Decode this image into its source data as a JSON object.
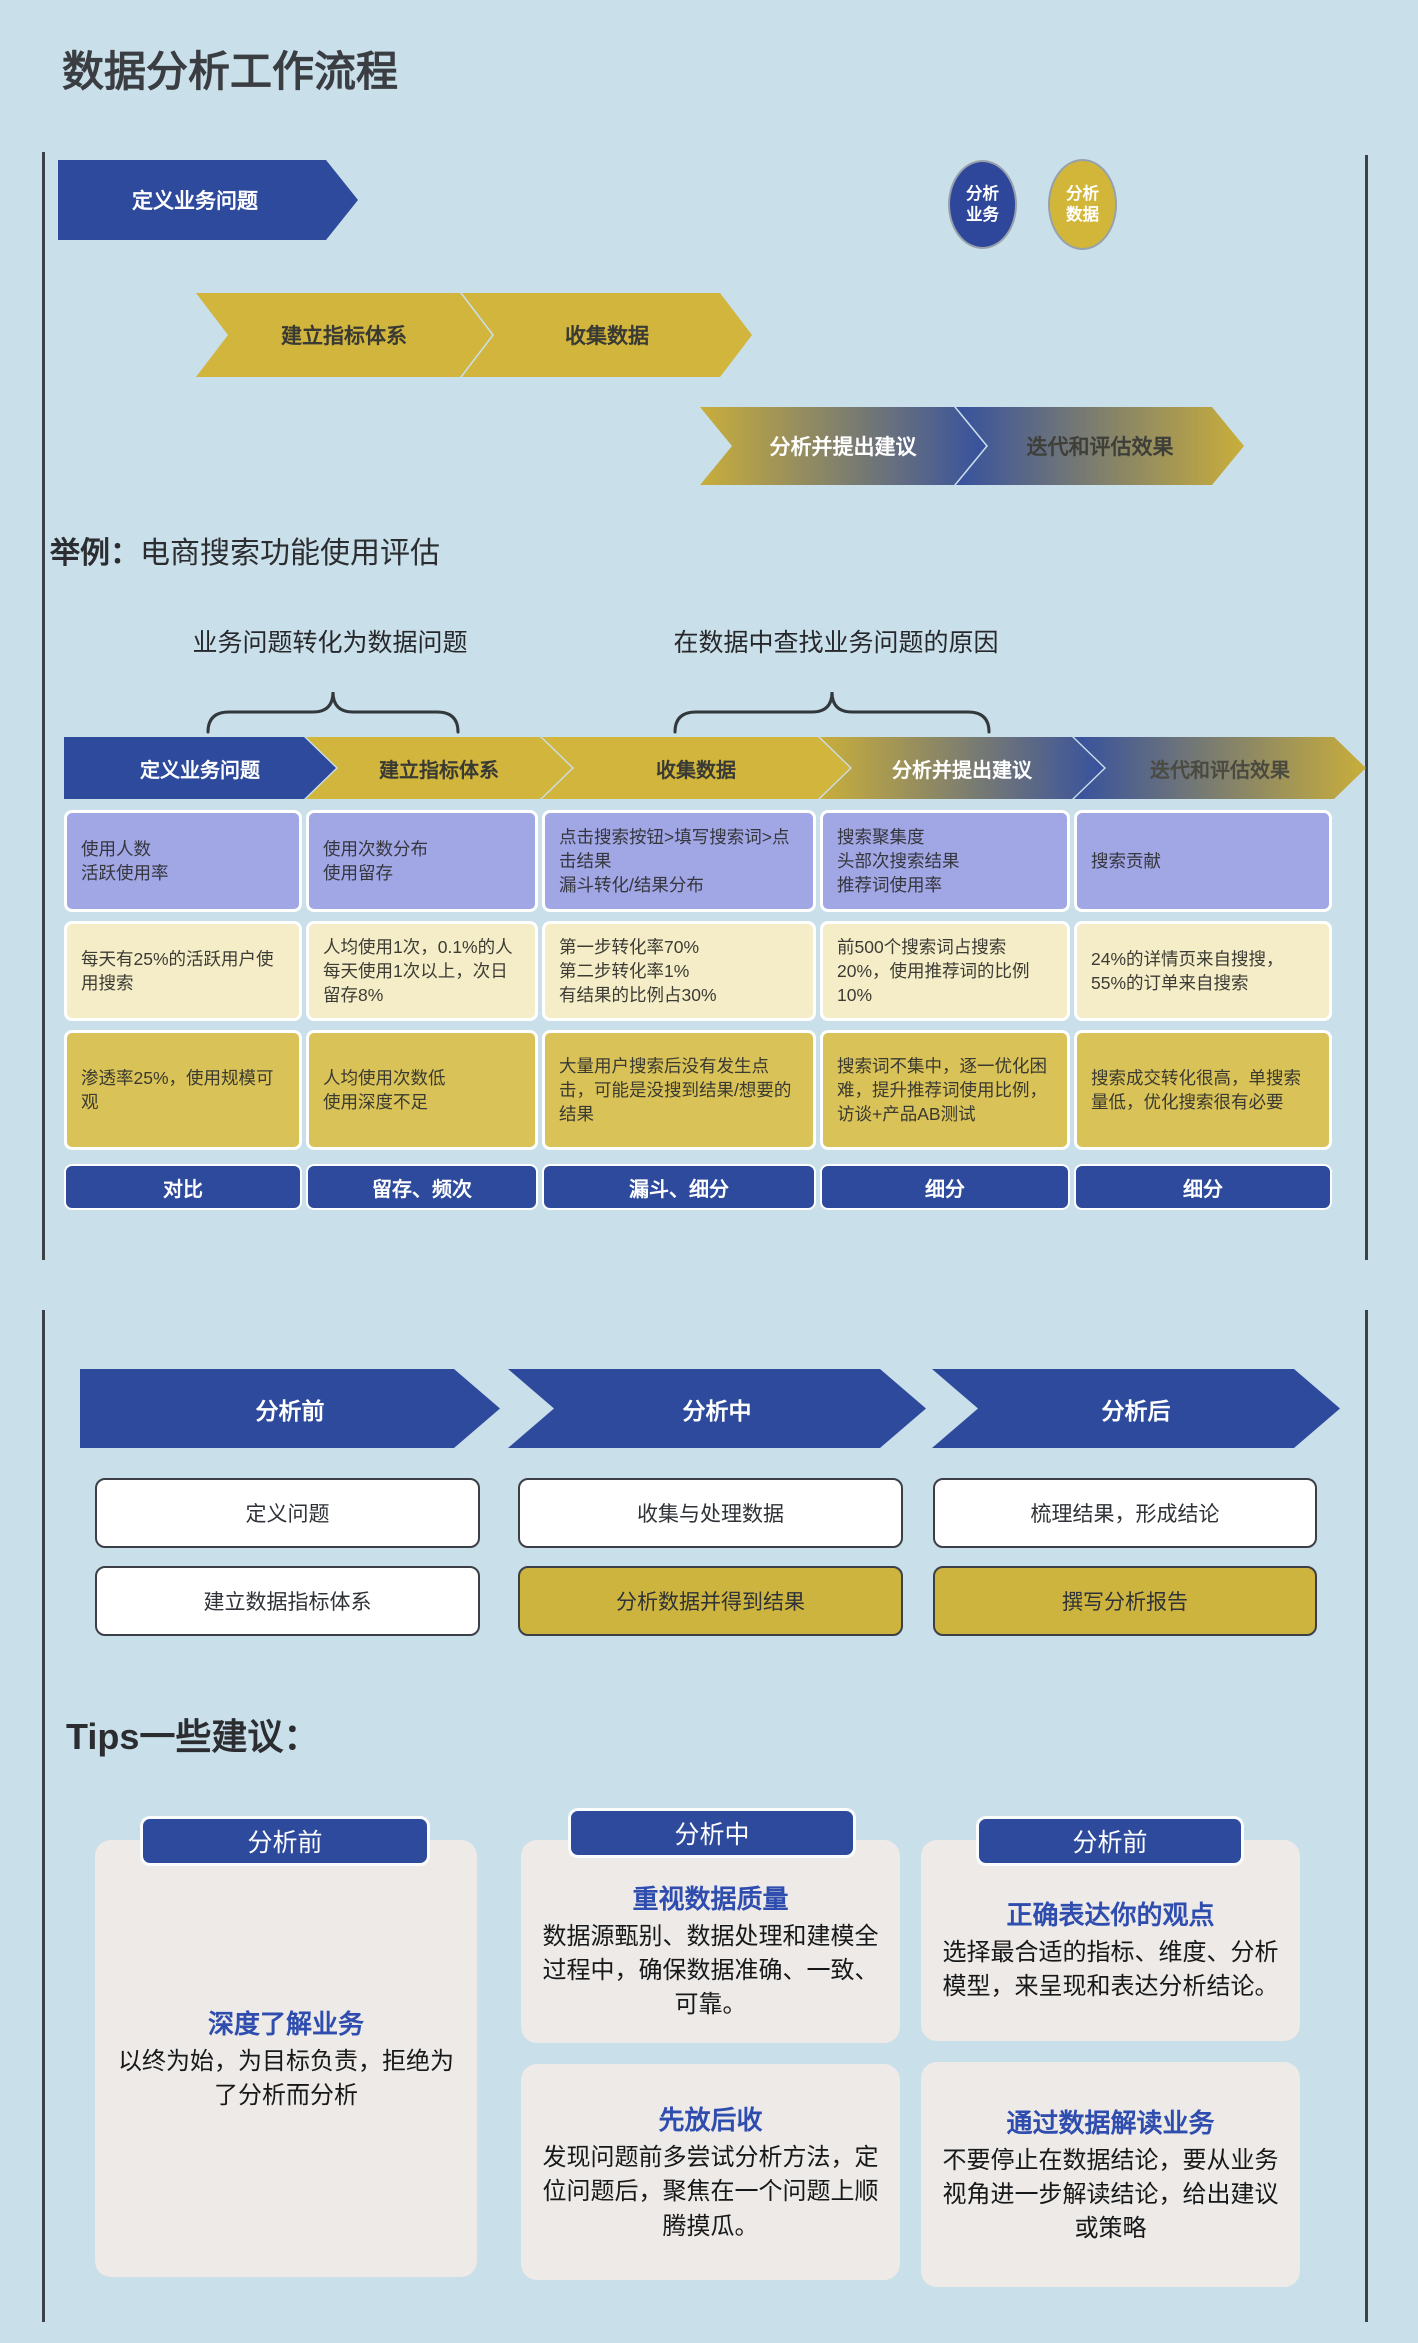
{
  "page": {
    "title": "数据分析工作流程"
  },
  "colors": {
    "background": "#c9dfe9",
    "blue": "#2e4a9c",
    "gold": "#d1b53c",
    "purple_cell": "#a1a6e4",
    "cream_cell": "#f4edc8",
    "gold_cell": "#d9c257",
    "card_bg": "#edeae7",
    "tip_title_blue": "#2f4dae"
  },
  "flow": {
    "arrows": [
      {
        "label": "定义业务问题"
      },
      {
        "label": "建立指标体系"
      },
      {
        "label": "收集数据"
      },
      {
        "label": "分析并提出建议"
      },
      {
        "label": "迭代和评估效果"
      }
    ],
    "circles": [
      {
        "label": "分析\n业务"
      },
      {
        "label": "分析\n数据"
      }
    ]
  },
  "example": {
    "heading_bold": "举例：",
    "heading_rest": "电商搜索功能使用评估",
    "group_labels": [
      "业务问题转化为数据问题",
      "在数据中查找业务问题的原因"
    ],
    "table": {
      "headers": [
        "定义业务问题",
        "建立指标体系",
        "收集数据",
        "分析并提出建议",
        "迭代和评估效果"
      ],
      "row_metrics": [
        "使用人数\n活跃使用率",
        "使用次数分布\n使用留存",
        "点击搜索按钮>填写搜索词>点击结果\n漏斗转化/结果分布",
        "搜索聚集度\n头部次搜索结果\n推荐词使用率",
        "搜索贡献"
      ],
      "row_findings": [
        "每天有25%的活跃用户使用搜索",
        "人均使用1次，0.1%的人每天使用1次以上，次日留存8%",
        "第一步转化率70%\n第二步转化率1%\n有结果的比例占30%",
        "前500个搜索词占搜索20%，使用推荐词的比例10%",
        "24%的详情页来自搜搜，55%的订单来自搜索"
      ],
      "row_conclusions": [
        "渗透率25%，使用规模可观",
        "人均使用次数低\n使用深度不足",
        "大量用户搜索后没有发生点击，可能是没搜到结果/想要的结果",
        "搜索词不集中，逐一优化困难，提升推荐词使用比例，访谈+产品AB测试",
        "搜索成交转化很高，单搜索量低，优化搜索很有必要"
      ],
      "row_methods": [
        "对比",
        "留存、频次",
        "漏斗、细分",
        "细分",
        "细分"
      ]
    }
  },
  "phases": {
    "arrows": [
      "分析前",
      "分析中",
      "分析后"
    ],
    "boxes": [
      [
        "定义问题",
        "建立数据指标体系"
      ],
      [
        "收集与处理数据",
        "分析数据并得到结果"
      ],
      [
        "梳理结果，形成结论",
        "撰写分析报告"
      ]
    ]
  },
  "tips": {
    "heading": "Tips一些建议：",
    "columns": [
      {
        "tab": "分析前",
        "cards": [
          {
            "title": "深度了解业务",
            "text": "以终为始，为目标负责，拒绝为了分析而分析"
          }
        ]
      },
      {
        "tab": "分析中",
        "cards": [
          {
            "title": "重视数据质量",
            "text": "数据源甄别、数据处理和建模全过程中，确保数据准确、一致、可靠。"
          },
          {
            "title": "先放后收",
            "text": "发现问题前多尝试分析方法，定位问题后，聚焦在一个问题上顺腾摸瓜。"
          }
        ]
      },
      {
        "tab": "分析前",
        "cards": [
          {
            "title": "正确表达你的观点",
            "text": "选择最合适的指标、维度、分析模型，来呈现和表达分析结论。"
          },
          {
            "title": "通过数据解读业务",
            "text": "不要停止在数据结论，要从业务视角进一步解读结论，给出建议或策略"
          }
        ]
      }
    ]
  }
}
